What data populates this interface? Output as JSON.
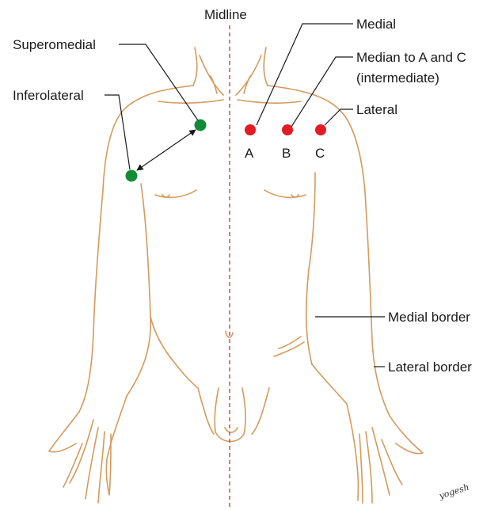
{
  "labels": {
    "midline": "Midline",
    "medial": "Medial",
    "median": "Median to A and C",
    "median_sub": "(intermediate)",
    "lateral": "Lateral",
    "superomedial": "Superomedial",
    "inferolateral": "Inferolateral",
    "medial_border": "Medial border",
    "lateral_border": "Lateral border",
    "point_a": "A",
    "point_b": "B",
    "point_c": "C",
    "signature": "yogesh"
  },
  "colors": {
    "body_outline": "#d49a5c",
    "midline": "#c0392b",
    "red_point": "#e31b23",
    "green_point": "#138a36"
  }
}
